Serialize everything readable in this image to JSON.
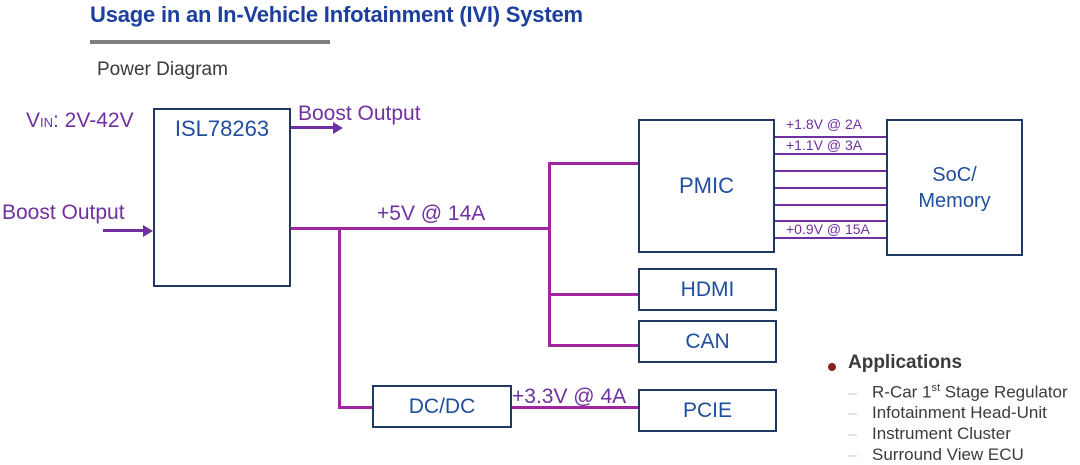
{
  "colors": {
    "title_blue": "#1c3f9e",
    "block_border_navy": "#1f3864",
    "block_text_blue": "#1f4e9e",
    "purple_text": "#7030a0",
    "wire_magenta": "#a1259c",
    "underline_gray": "#7f7f7f",
    "body_text_gray": "#3a3a3a",
    "bullet_dark_red": "#8b2022",
    "dash_light_gray": "#c9c9c9"
  },
  "header": {
    "title": "Usage in an In-Vehicle Infotainment (IVI) System",
    "subtitle": "Power Diagram"
  },
  "diagram": {
    "vin": {
      "v": "V",
      "sub": "IN",
      "rest": ": 2V-42V"
    },
    "boost_output_top": "Boost Output",
    "boost_output_left": "Boost Output",
    "rail_5v": "+5V @ 14A",
    "rail_3v3": "+3.3V @ 4A",
    "blocks": {
      "regulator": "ISL78263",
      "pmic": "PMIC",
      "soc_line1": "SoC/",
      "soc_line2": "Memory",
      "hdmi": "HDMI",
      "can": "CAN",
      "dcdc": "DC/DC",
      "pcie": "PCIE"
    },
    "pmic_soc": {
      "rail_count": 7,
      "labels": [
        "+1.8V @ 2A",
        "+1.1V @ 3A",
        "+0.9V @ 15A"
      ]
    }
  },
  "applications": {
    "heading": "Applications",
    "dash": "–",
    "items": [
      {
        "prefix": "R-Car 1",
        "sup": "st",
        "suffix": " Stage Regulator"
      },
      "Infotainment Head-Unit",
      "Instrument Cluster",
      "Surround View ECU"
    ]
  }
}
